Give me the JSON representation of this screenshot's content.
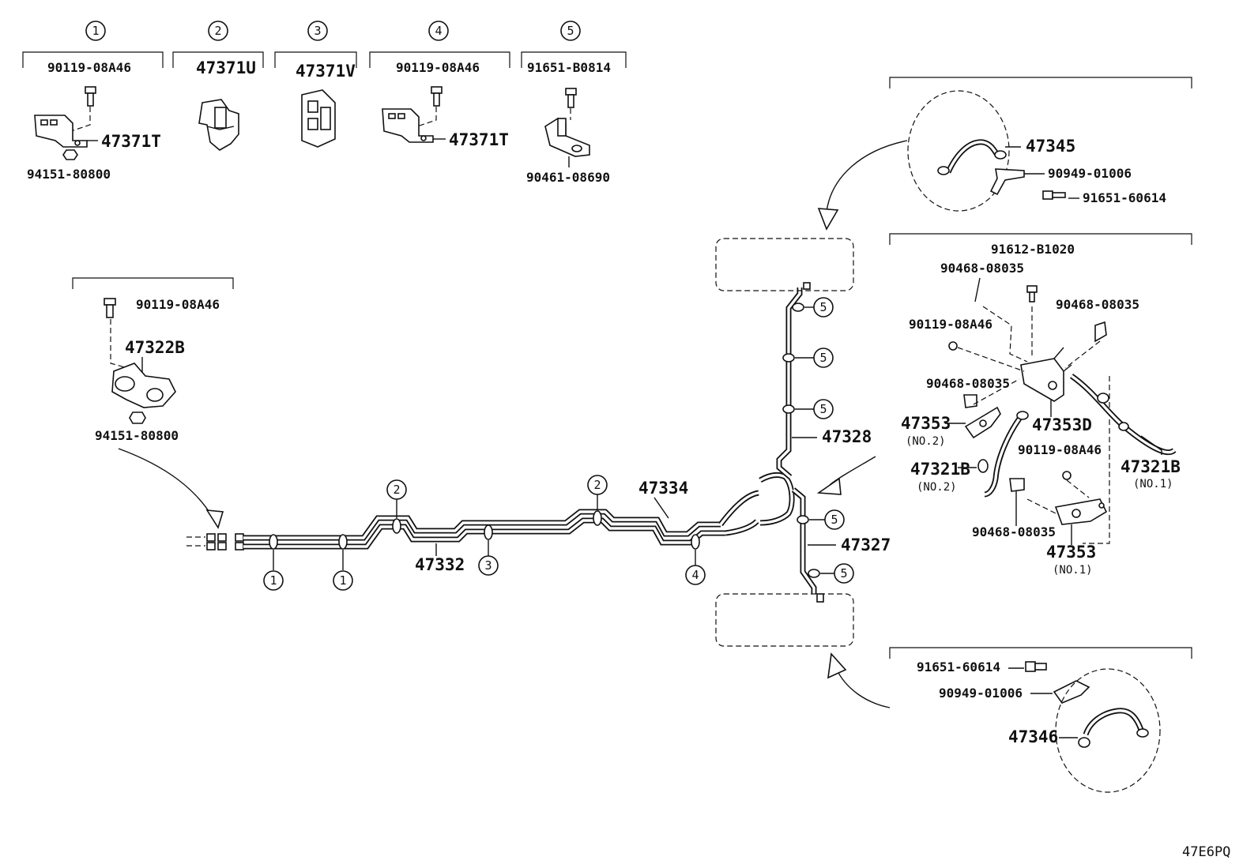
{
  "diagram": {
    "code": "47E6PQ",
    "clip_groups": [
      {
        "num": "1",
        "parts": [
          "90119-08A46",
          "47371T",
          "94151-80800"
        ]
      },
      {
        "num": "2",
        "parts": [
          "47371U"
        ]
      },
      {
        "num": "3",
        "parts": [
          "47371V"
        ]
      },
      {
        "num": "4",
        "parts": [
          "90119-08A46",
          "47371T"
        ]
      },
      {
        "num": "5",
        "parts": [
          "91651-B0814",
          "90461-08690"
        ]
      }
    ],
    "clamp_group": [
      "90119-08A46",
      "47322B",
      "94151-80800"
    ],
    "front_hose": [
      "47345",
      "90949-01006",
      "91651-60614"
    ],
    "rear_hose": [
      "91651-60614",
      "90949-01006",
      "47346"
    ],
    "junction": {
      "parts": [
        "91612-B1020",
        "90468-08035",
        "90468-08035",
        "90119-08A46",
        "90468-08035",
        "47353D",
        "47353",
        "47321B",
        "47321B",
        "90119-08A46",
        "90468-08035",
        "47353"
      ],
      "sub": [
        "(NO.2)",
        "(NO.2)",
        "(NO.1)",
        "(NO.1)"
      ]
    },
    "main_lines": [
      "47332",
      "47334",
      "47328",
      "47327"
    ],
    "clip_markers": [
      "1",
      "1",
      "3",
      "4",
      "2",
      "2",
      "5",
      "5",
      "5",
      "5",
      "5"
    ]
  }
}
